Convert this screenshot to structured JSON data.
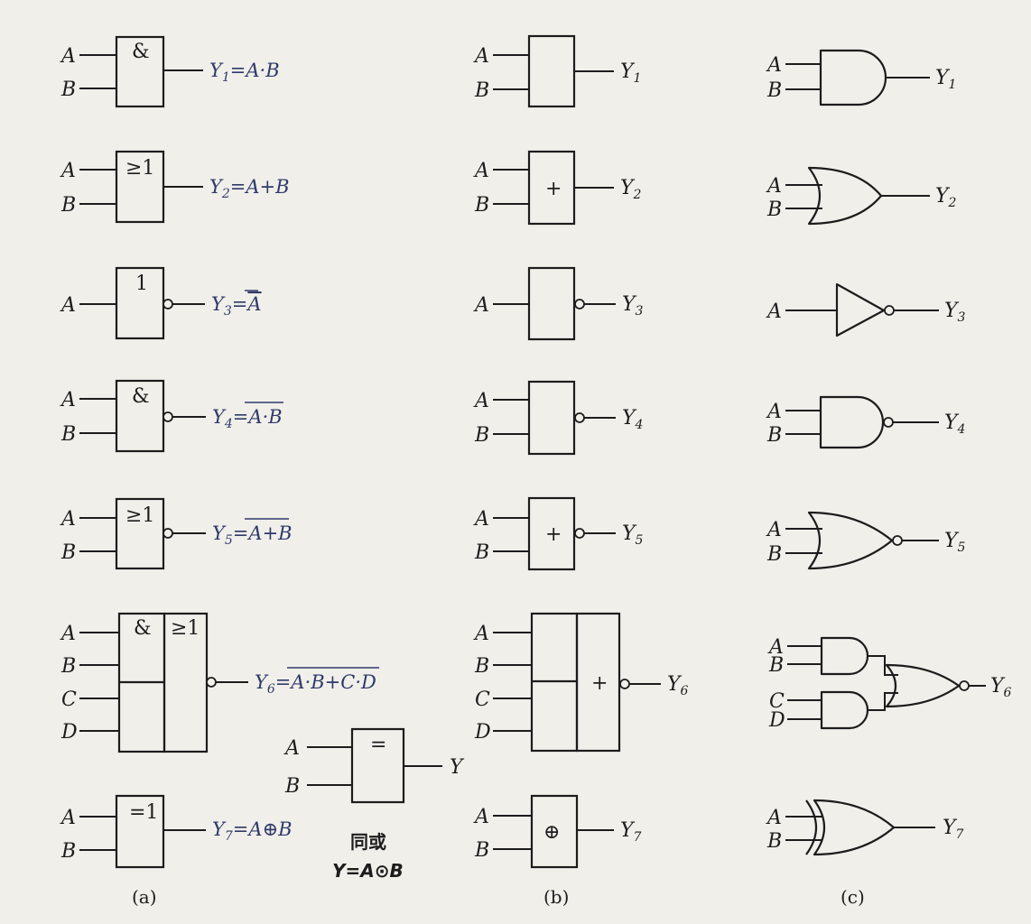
{
  "inputs": {
    "a": "A",
    "b": "B",
    "c": "C",
    "d": "D"
  },
  "outputs": {
    "y": "Y",
    "y1": "1",
    "y2": "2",
    "y3": "3",
    "y4": "4",
    "y5": "5",
    "y6": "6",
    "y7": "7"
  },
  "symbols": {
    "and": "&",
    "or": "≥1",
    "not": "1",
    "xor": "=1",
    "xnor": "=",
    "plus": "+",
    "oplus": "⊕"
  },
  "equations": {
    "eq1": "=A·B",
    "eq2": "=A+B",
    "eq3_prefix": "=",
    "eq3_bar": "A",
    "eq4_prefix": "=",
    "eq4_bar": "A·B",
    "eq5_prefix": "=",
    "eq5_bar": "A+B",
    "eq6_prefix": "=",
    "eq6_bar": "A·B+C·D",
    "eq7_prefix": "=A",
    "eq7_op": "⊕",
    "eq7_suffix": "B"
  },
  "xnor_caption": {
    "name": "同或",
    "formula": "Y=A⊙B"
  },
  "captions": {
    "a": "(a)",
    "b": "(b)",
    "c": "(c)"
  }
}
